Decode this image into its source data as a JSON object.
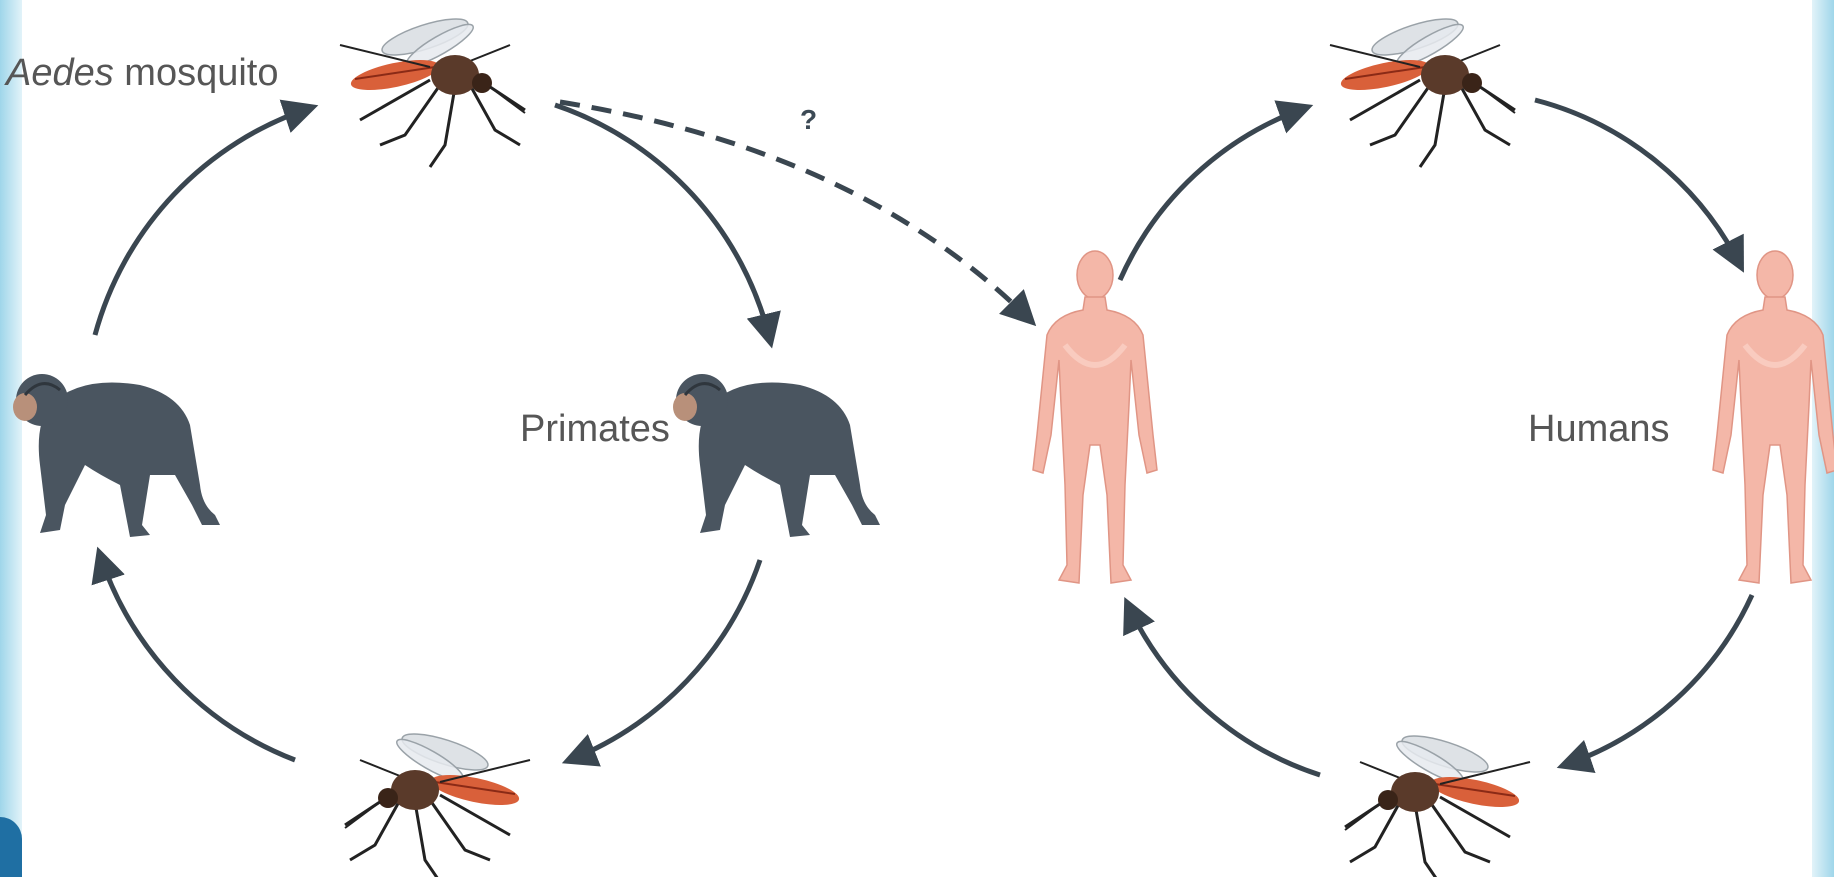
{
  "labels": {
    "mosquito_prefix": "Aedes",
    "mosquito_suffix": " mosquito",
    "primates": "Primates",
    "humans": "Humans",
    "uncertain_link": "?"
  },
  "colors": {
    "arrow": "#3a4650",
    "primate_body": "#4a5560",
    "human_skin": "#f4b7a8",
    "mosquito_body": "#5a3a2a",
    "mosquito_abdomen": "#d9603a"
  },
  "icons": [
    "mosquito-icon",
    "primate-icon",
    "human-icon",
    "question-mark"
  ]
}
